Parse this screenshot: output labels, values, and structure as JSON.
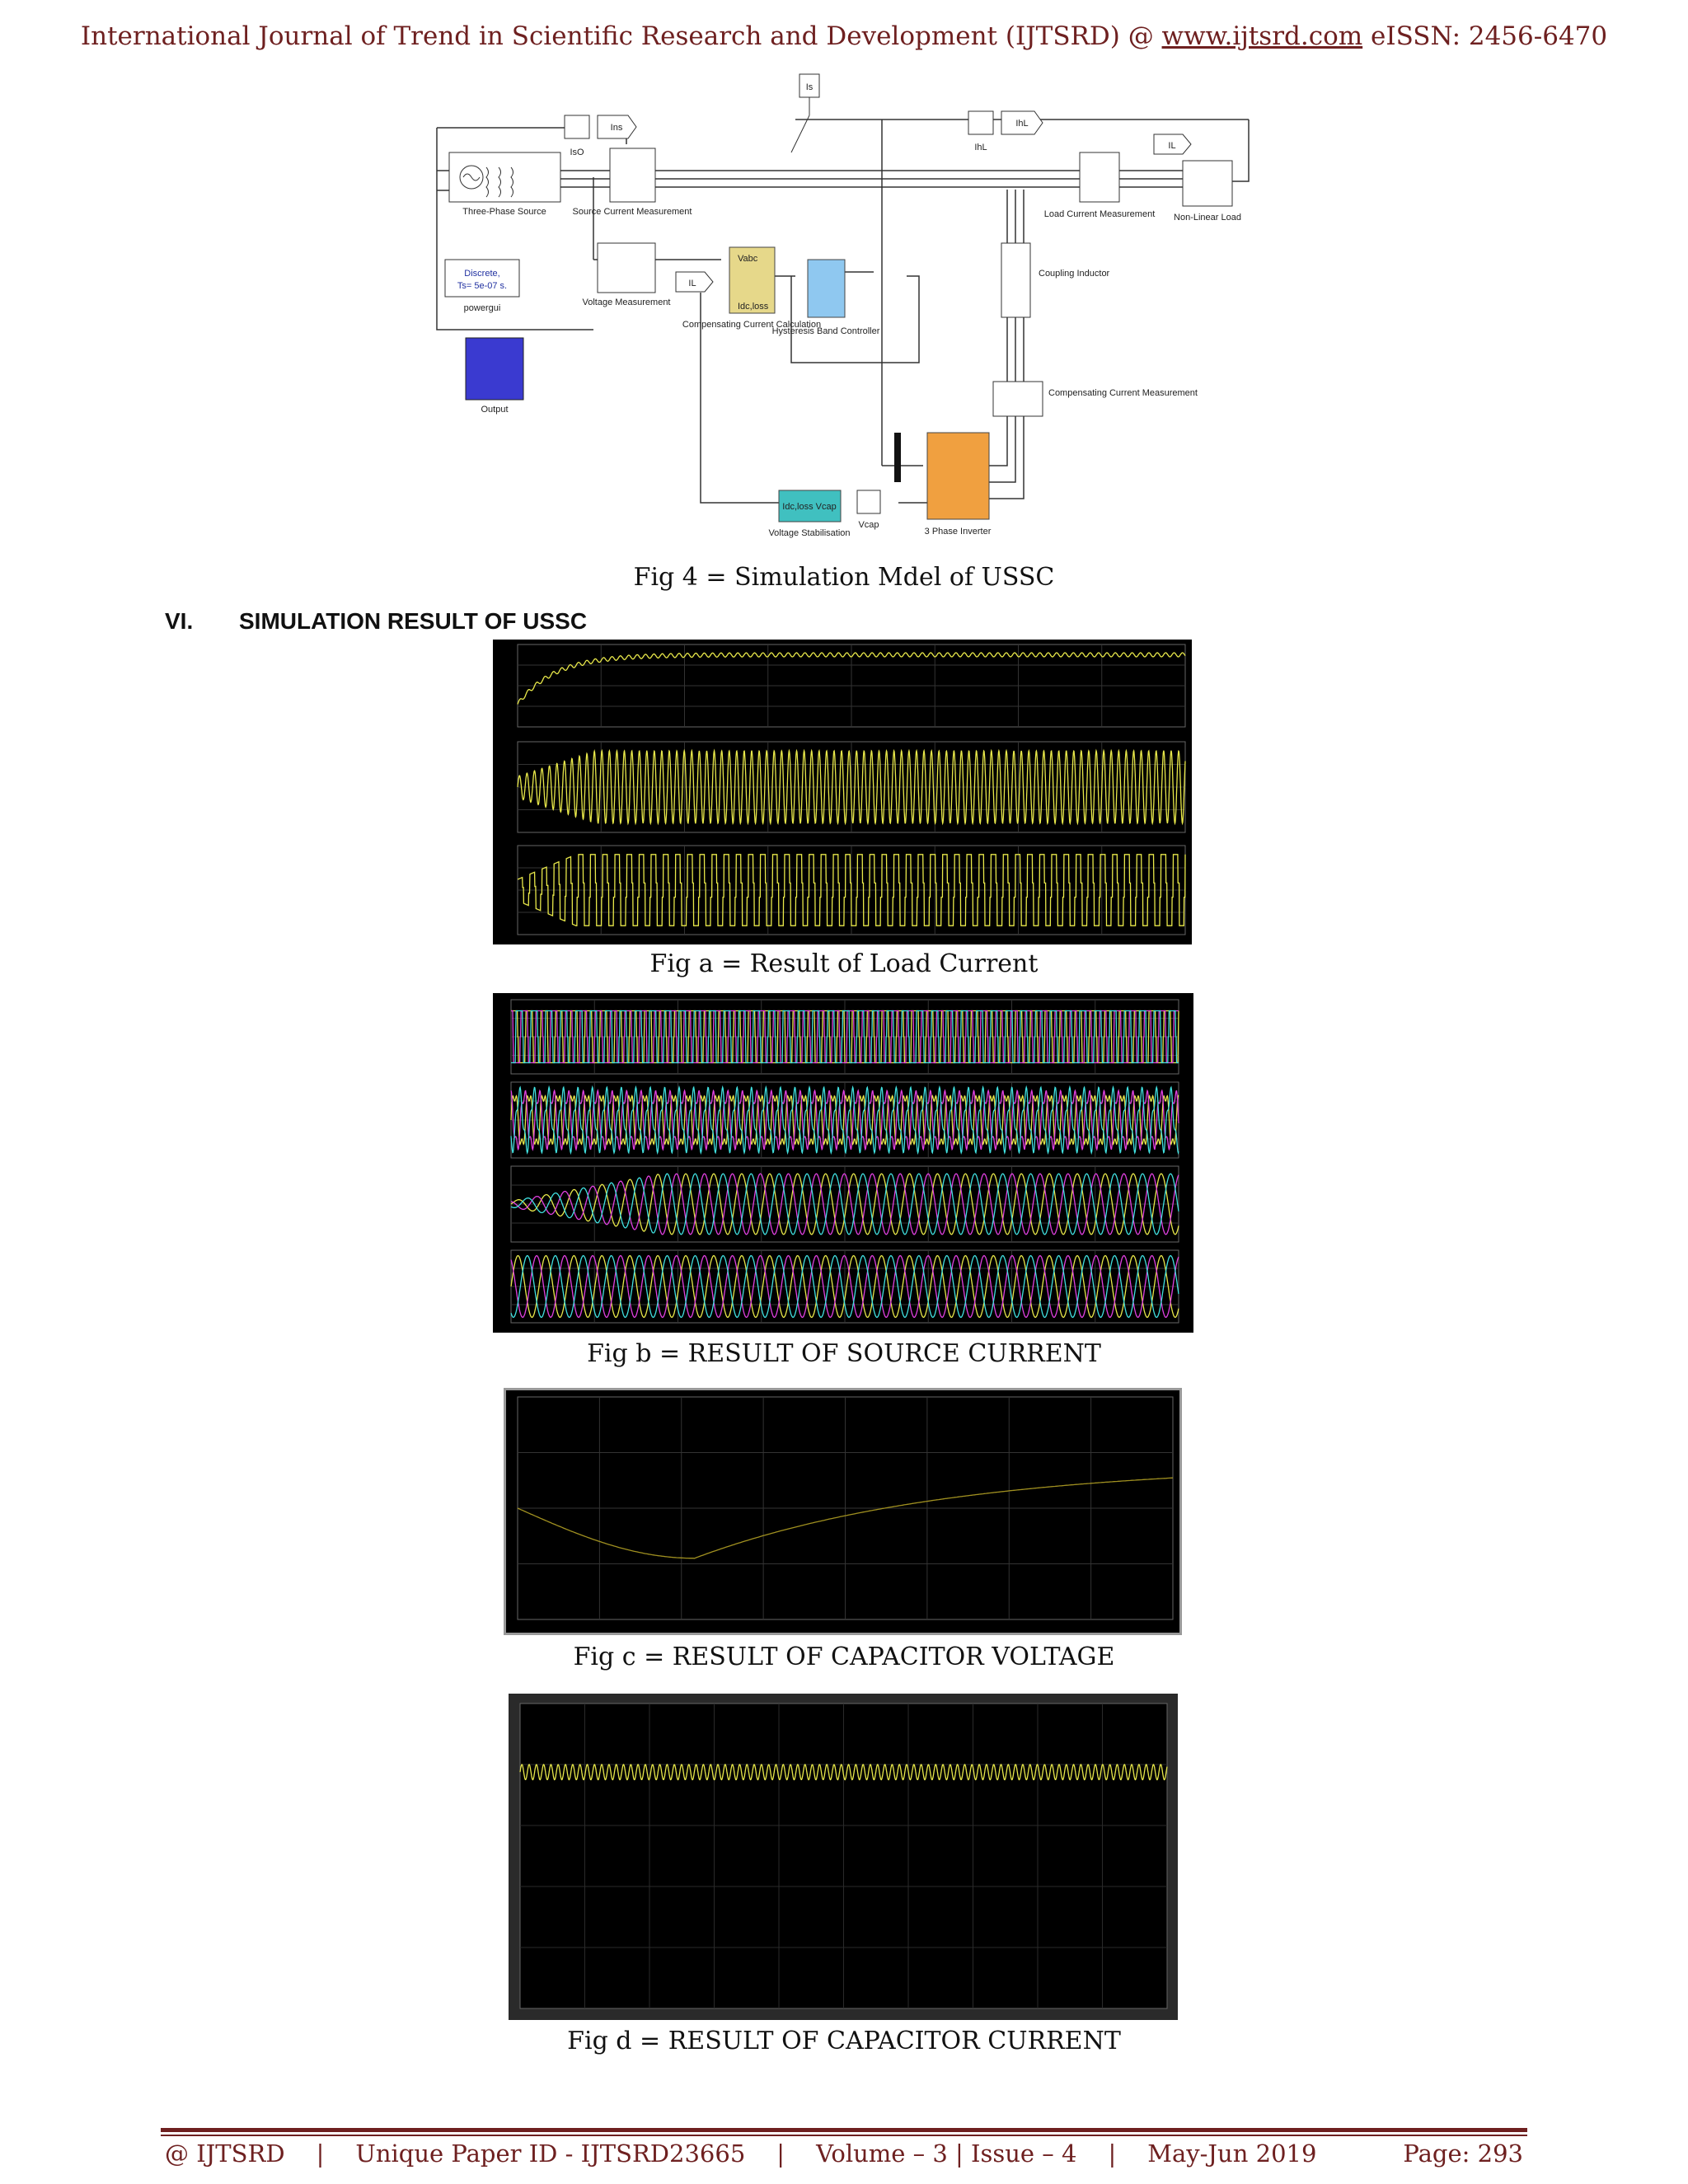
{
  "header": {
    "prefix": "International Journal of Trend in Scientific Research and Development (IJTSRD) @ ",
    "link": "www.ijtsrd.com",
    "suffix": " eISSN: 2456-6470"
  },
  "model": {
    "caption": "Fig 4 = Simulation Mdel of USSC",
    "labels": {
      "is": "Is",
      "ins": "Ins",
      "iso": "IsO",
      "ihl": "IhL",
      "ihl2": "IhL",
      "il": "IL",
      "il2": "IL",
      "three_phase_source": "Three-Phase Source",
      "source_meas": "Source Current Measurement",
      "load_meas": "Load Current Measurement",
      "nonlinear_load": "Non-Linear Load",
      "discrete_1": "Discrete,",
      "discrete_2": "Ts= 5e-07 s.",
      "powergui": "powergui",
      "voltage_meas": "Voltage Measurement",
      "comp_calc": "Compensating Current Calculation",
      "hysteresis": "Hysteresis Band Controller",
      "coupling": "Coupling Inductor",
      "comp_meas": "Compensating Current Measurement",
      "output": "Output",
      "inverter": "3 Phase Inverter",
      "voltage_stab": "Voltage Stabilisation",
      "vcap": "Vcap",
      "vabc": "Vabc",
      "idcloss": "Idc,loss",
      "idcloss_vcap": "Idc,loss   Vcap"
    }
  },
  "section": {
    "number": "VI.",
    "title": "SIMULATION RESULT OF USSC"
  },
  "figures": {
    "a": "Fig a = Result of Load Current",
    "b": "Fig b = RESULT OF SOURCE CURRENT",
    "c": "Fig c = RESULT OF CAPACITOR VOLTAGE",
    "d": "Fig d = RESULT OF CAPACITOR CURRENT"
  },
  "footer": {
    "brand": "@ IJTSRD",
    "paper_id": "Unique Paper ID - IJTSRD23665",
    "volume": "Volume – 3 | Issue – 4",
    "date": "May-Jun 2019",
    "page": "Page: 293"
  },
  "colors": {
    "header": "#6e2020",
    "scope_bg": "#000000",
    "trace_yellow": "#e8e84a",
    "trace_magenta": "#e040e0",
    "trace_cyan": "#40e0e0",
    "trace_blue": "#4060ff"
  }
}
